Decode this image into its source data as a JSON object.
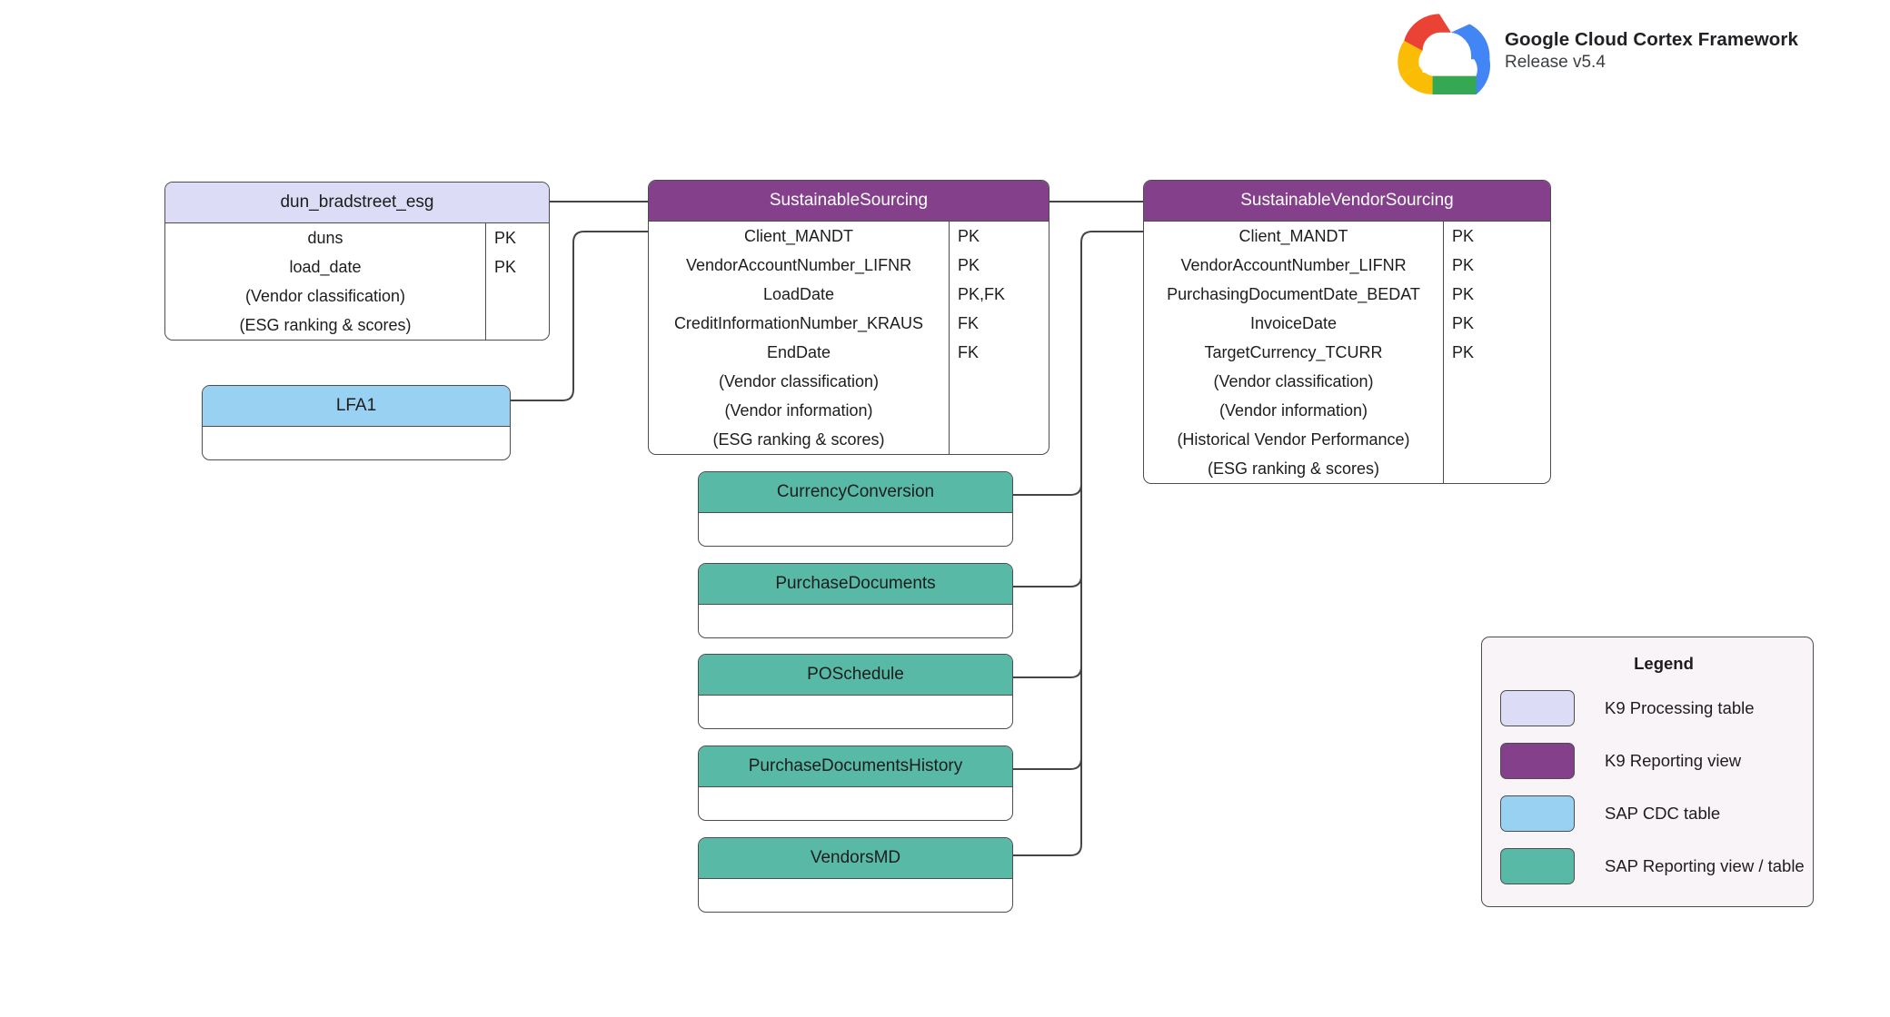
{
  "brand": {
    "logo_icon": "google-cloud-logo",
    "title": "Google Cloud Cortex Framework",
    "release": "Release v5.4"
  },
  "colors": {
    "k9_processing_table": "#dcdcf7",
    "k9_reporting_view": "#84408a",
    "sap_cdc_table": "#99d1f2",
    "sap_reporting_view": "#57b9a6",
    "border": "#4d4d4d",
    "connector": "#454545",
    "legend_background": "#f9f4f8"
  },
  "entities": [
    {
      "id": "dun-bradstreet-esg",
      "name": "dun_bradstreet_esg",
      "type": "K9 Processing table",
      "fields": [
        "duns",
        "load_date",
        "(Vendor classification)",
        "(ESG ranking & scores)"
      ],
      "keys": [
        "PK",
        "PK",
        "",
        ""
      ]
    },
    {
      "id": "sustainable-sourcing",
      "name": "SustainableSourcing",
      "type": "K9 Reporting view",
      "fields": [
        "Client_MANDT",
        "VendorAccountNumber_LIFNR",
        "LoadDate",
        "CreditInformationNumber_KRAUS",
        "EndDate",
        "(Vendor classification)",
        "(Vendor information)",
        "(ESG ranking & scores)"
      ],
      "keys": [
        "PK",
        "PK",
        "PK,FK",
        "FK",
        "FK",
        "",
        "",
        ""
      ]
    },
    {
      "id": "sustainable-vendor-sourcing",
      "name": "SustainableVendorSourcing",
      "type": "K9 Reporting view",
      "fields": [
        "Client_MANDT",
        "VendorAccountNumber_LIFNR",
        "PurchasingDocumentDate_BEDAT",
        "InvoiceDate",
        "TargetCurrency_TCURR",
        "(Vendor classification)",
        "(Vendor information)",
        "(Historical Vendor Performance)",
        "(ESG ranking & scores)"
      ],
      "keys": [
        "PK",
        "PK",
        "PK",
        "PK",
        "PK",
        "",
        "",
        "",
        ""
      ]
    },
    {
      "id": "lfa1",
      "name": "LFA1",
      "type": "SAP CDC table",
      "fields": [],
      "keys": []
    },
    {
      "id": "currency-conversion",
      "name": "CurrencyConversion",
      "type": "SAP Reporting view / table",
      "fields": [],
      "keys": []
    },
    {
      "id": "purchase-documents",
      "name": "PurchaseDocuments",
      "type": "SAP Reporting view / table",
      "fields": [],
      "keys": []
    },
    {
      "id": "po-schedule",
      "name": "POSchedule",
      "type": "SAP Reporting view / table",
      "fields": [],
      "keys": []
    },
    {
      "id": "purchase-documents-history",
      "name": "PurchaseDocumentsHistory",
      "type": "SAP Reporting view / table",
      "fields": [],
      "keys": []
    },
    {
      "id": "vendors-md",
      "name": "VendorsMD",
      "type": "SAP Reporting view / table",
      "fields": [],
      "keys": []
    }
  ],
  "legend": {
    "title": "Legend",
    "items": [
      {
        "label": "K9 Processing table",
        "color": "#dcdcf7"
      },
      {
        "label": "K9 Reporting view",
        "color": "#84408a"
      },
      {
        "label": "SAP CDC table",
        "color": "#99d1f2"
      },
      {
        "label": "SAP Reporting view / table",
        "color": "#57b9a6"
      }
    ]
  }
}
